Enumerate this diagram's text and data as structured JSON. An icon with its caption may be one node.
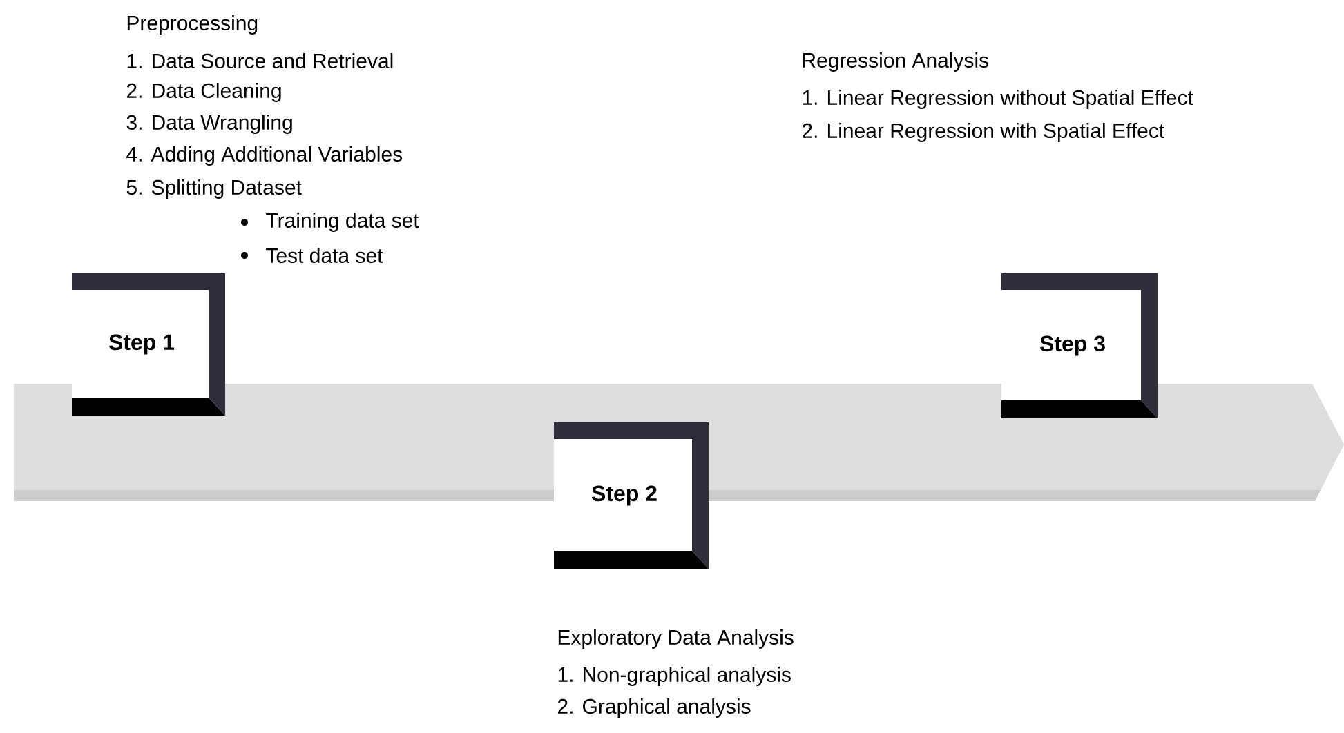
{
  "diagram": {
    "nodes": [
      {
        "text": [
          "Step 1"
        ],
        "beside": [
          "Preprocessing",
          "1. Data Source and Retrieval",
          "2. Data Cleaning",
          "3. Data Wrangling",
          "4. Adding Additional Variables",
          "5. Splitting Dataset",
          "Training data set",
          "Test data set"
        ]
      },
      {
        "text": [
          "Step 2"
        ],
        "beside": [
          "Exploratory Data Analysis",
          "1. Non-graphical analysis",
          "2. Graphical analysis"
        ]
      },
      {
        "text": [
          "Step 3"
        ],
        "beside": [
          "Regression Analysis",
          "1. Linear Regression without Spatial Effect",
          "2. Linear Regression with Spatial Effect"
        ]
      }
    ],
    "edges": []
  }
}
